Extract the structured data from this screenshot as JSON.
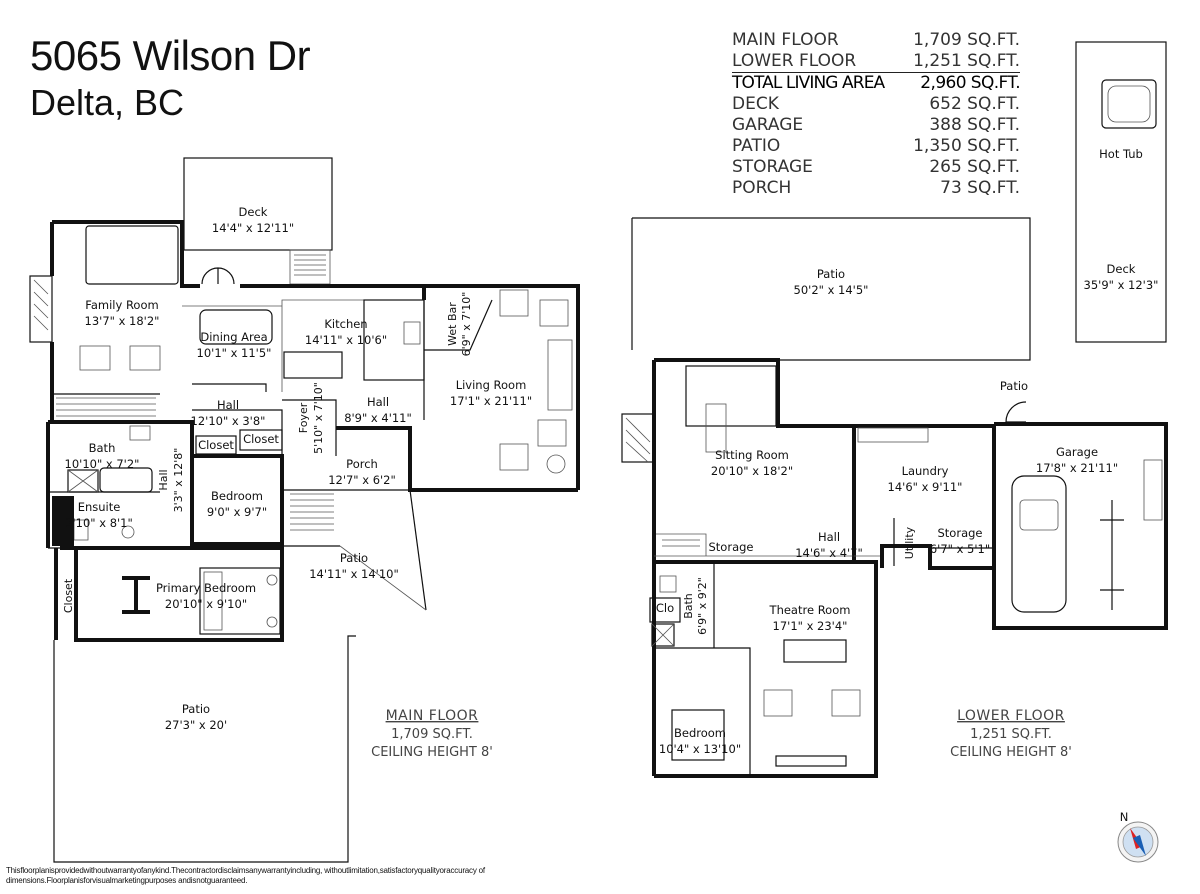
{
  "address": {
    "line1": "5065 Wilson Dr",
    "line2": "Delta, BC"
  },
  "area_table": [
    {
      "name": "MAIN FLOOR",
      "value": "1,709 SQ.FT."
    },
    {
      "name": "LOWER FLOOR",
      "value": "1,251 SQ.FT."
    },
    {
      "name": "TOTAL LIVING AREA",
      "value": "2,960 SQ.FT."
    },
    {
      "name": "DECK",
      "value": "652 SQ.FT."
    },
    {
      "name": "GARAGE",
      "value": "388 SQ.FT."
    },
    {
      "name": "PATIO",
      "value": "1,350 SQ.FT."
    },
    {
      "name": "STORAGE",
      "value": "265 SQ.FT."
    },
    {
      "name": "PORCH",
      "value": "73 SQ.FT."
    }
  ],
  "main_floor": {
    "title": "MAIN FLOOR",
    "area": "1,709 SQ.FT.",
    "ceiling": "CEILING HEIGHT  8'",
    "rooms": {
      "deck": {
        "name": "Deck",
        "dims": "14'4\" x 12'11\""
      },
      "family_room": {
        "name": "Family Room",
        "dims": "13'7\" x 18'2\""
      },
      "dining_area": {
        "name": "Dining Area",
        "dims": "10'1\" x 11'5\""
      },
      "kitchen": {
        "name": "Kitchen",
        "dims": "14'11\" x 10'6\""
      },
      "wet_bar": {
        "name": "Wet Bar",
        "dims": "6'9\" x 7'10\""
      },
      "living_room": {
        "name": "Living Room",
        "dims": "17'1\" x 21'11\""
      },
      "hall_1": {
        "name": "Hall",
        "dims": "12'10\" x 3'8\""
      },
      "closet_1": {
        "name": "Closet"
      },
      "closet_2": {
        "name": "Closet"
      },
      "foyer": {
        "name": "Foyer",
        "dims": "5'10\" x 7'10\""
      },
      "hall_2": {
        "name": "Hall",
        "dims": "8'9\" x 4'11\""
      },
      "bath": {
        "name": "Bath",
        "dims": "10'10\" x 7'2\""
      },
      "hall_3": {
        "name": "Hall",
        "dims": "3'3\" x 12'8\""
      },
      "bedroom": {
        "name": "Bedroom",
        "dims": "9'0\" x 9'7\""
      },
      "porch": {
        "name": "Porch",
        "dims": "12'7\" x 6'2\""
      },
      "ensuite": {
        "name": "Ensuite",
        "dims": "3'10\" x 8'1\""
      },
      "patio_1": {
        "name": "Patio",
        "dims": "14'11\" x 14'10\""
      },
      "closet_3": {
        "name": "Closet"
      },
      "primary_bedroom": {
        "name": "Primary Bedroom",
        "dims": "20'10\" x 9'10\""
      },
      "patio_2": {
        "name": "Patio",
        "dims": "27'3\" x 20'"
      }
    }
  },
  "lower_floor": {
    "title": "LOWER   FLOOR",
    "area": "1,251 SQ.FT.",
    "ceiling": "CEILING HEIGHT  8'",
    "rooms": {
      "patio_big": {
        "name": "Patio",
        "dims": "50'2\" x 14'5\""
      },
      "hot_tub": {
        "name": "Hot Tub"
      },
      "deck": {
        "name": "Deck",
        "dims": "35'9\" x 12'3\""
      },
      "patio_small": {
        "name": "Patio"
      },
      "sitting_room": {
        "name": "Sitting Room",
        "dims": "20'10\" x 18'2\""
      },
      "laundry": {
        "name": "Laundry",
        "dims": "14'6\" x 9'11\""
      },
      "garage": {
        "name": "Garage",
        "dims": "17'8\" x 21'11\""
      },
      "hall": {
        "name": "Hall",
        "dims": "14'6\" x 4'7\""
      },
      "storage_1": {
        "name": "Storage"
      },
      "utility": {
        "name": "Utility"
      },
      "storage_2": {
        "name": "Storage",
        "dims": "6'7\" x 5'1\""
      },
      "clo": {
        "name": "Clo"
      },
      "bath": {
        "name": "Bath",
        "dims": "6'9\" x 9'2\""
      },
      "theatre_room": {
        "name": "Theatre Room",
        "dims": "17'1\" x 23'4\""
      },
      "bedroom": {
        "name": "Bedroom",
        "dims": "10'4\" x 13'10\""
      }
    }
  },
  "compass": {
    "label": "N"
  },
  "disclaimer": "Thisfloorplanisprovidedwithoutwarrantyofanykind.Thecontractordisclaimsanywarrantyincluding, withoutlimitation,satisfactoryqualityoraccuracy of dimensions.Floorplanisforvisualmarketingpurposes andisnotguaranteed."
}
